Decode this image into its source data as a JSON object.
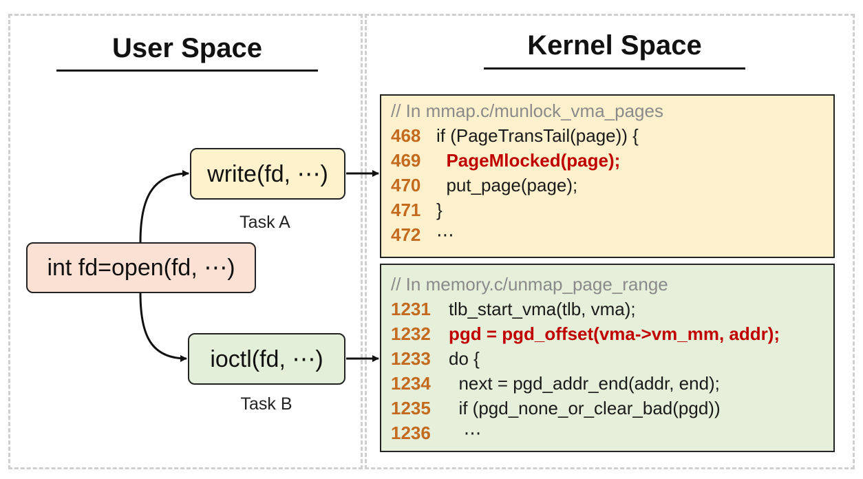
{
  "user_space": {
    "title": "User Space",
    "open_call": "int fd=open(fd, ⋯)",
    "task_a": {
      "call": "write(fd, ⋯)",
      "label": "Task A"
    },
    "task_b": {
      "call": "ioctl(fd, ⋯)",
      "label": "Task B"
    }
  },
  "kernel_space": {
    "title": "Kernel Space",
    "panels": [
      {
        "comment": "// In mmap.c/munlock_vma_pages",
        "lines": [
          {
            "no": "468",
            "code": "if (PageTransTail(page)) {",
            "highlight": false
          },
          {
            "no": "469",
            "code": "  PageMlocked(page);",
            "highlight": true
          },
          {
            "no": "470",
            "code": "  put_page(page);",
            "highlight": false
          },
          {
            "no": "471",
            "code": "}",
            "highlight": false
          },
          {
            "no": "472",
            "code": "⋯",
            "highlight": false
          }
        ]
      },
      {
        "comment": "// In memory.c/unmap_page_range",
        "lines": [
          {
            "no": "1231",
            "code": "tlb_start_vma(tlb, vma);",
            "highlight": false
          },
          {
            "no": "1232",
            "code": "pgd = pgd_offset(vma->vm_mm, addr);",
            "highlight": true
          },
          {
            "no": "1233",
            "code": "do {",
            "highlight": false
          },
          {
            "no": "1234",
            "code": "  next = pgd_addr_end(addr, end);",
            "highlight": false
          },
          {
            "no": "1235",
            "code": "  if (pgd_none_or_clear_bad(pgd))",
            "highlight": false
          },
          {
            "no": "1236",
            "code": "   ⋯",
            "highlight": false
          }
        ]
      }
    ]
  },
  "colors": {
    "line_number": "#c46a1e",
    "highlight": "#c00000",
    "comment": "#8a8a8a",
    "open_box": "#fbe1d4",
    "write_box": "#fdf2cc",
    "ioctl_box": "#e3efd8"
  }
}
